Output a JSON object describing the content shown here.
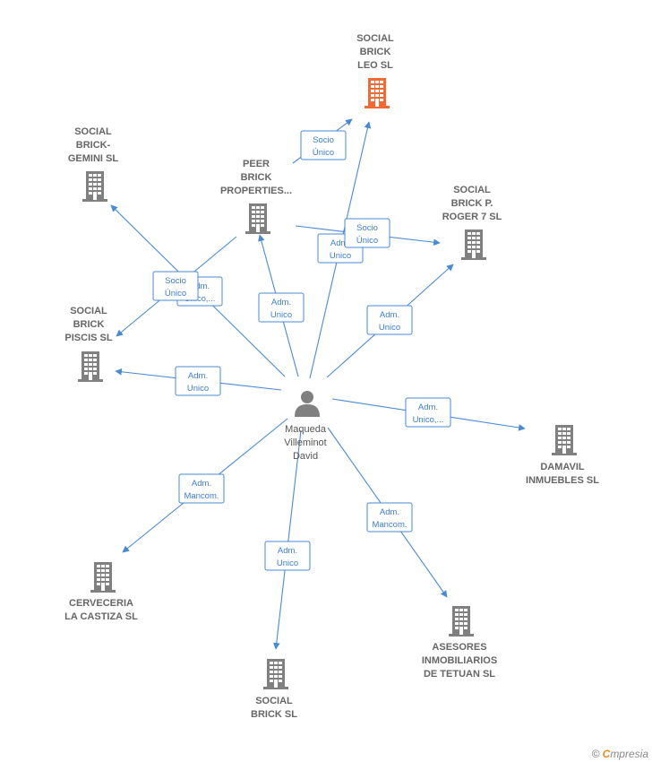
{
  "colors": {
    "edge": "#4a8ad4",
    "building": "#808080",
    "highlight": "#f26a32",
    "person": "#808080"
  },
  "center": {
    "name_lines": [
      "Maqueda",
      "Villeminot",
      "David"
    ],
    "icon": "person-icon"
  },
  "companies": [
    {
      "id": "leo",
      "lines": [
        "SOCIAL",
        "BRICK",
        "LEO  SL"
      ],
      "highlight": true
    },
    {
      "id": "gemini",
      "lines": [
        "SOCIAL",
        "BRICK-",
        "GEMINI  SL"
      ],
      "highlight": false
    },
    {
      "id": "peer",
      "lines": [
        "PEER",
        "BRICK",
        "PROPERTIES..."
      ],
      "highlight": false
    },
    {
      "id": "roger",
      "lines": [
        "SOCIAL",
        "BRICK P.",
        "ROGER 7  SL"
      ],
      "highlight": false
    },
    {
      "id": "piscis",
      "lines": [
        "SOCIAL",
        "BRICK",
        "PISCIS  SL"
      ],
      "highlight": false
    },
    {
      "id": "damavil",
      "lines": [
        "DAMAVIL",
        "INMUEBLES  SL"
      ],
      "highlight": false
    },
    {
      "id": "cerveceria",
      "lines": [
        "CERVECERIA",
        "LA CASTIZA SL"
      ],
      "highlight": false
    },
    {
      "id": "asesores",
      "lines": [
        "ASESORES",
        "INMOBILIARIOS",
        "DE TETUAN  SL"
      ],
      "highlight": false
    },
    {
      "id": "socialbrick",
      "lines": [
        "SOCIAL",
        "BRICK  SL"
      ],
      "highlight": false
    }
  ],
  "edges": [
    {
      "from": "peer",
      "to": "leo",
      "label": [
        "Socio",
        "Único"
      ]
    },
    {
      "from": "center",
      "to": "leo",
      "label": [
        "Adm.",
        "Unico"
      ]
    },
    {
      "from": "peer",
      "to": "roger",
      "label": [
        "Socio",
        "Único"
      ]
    },
    {
      "from": "center",
      "to": "roger",
      "label": [
        "Adm.",
        "Unico"
      ]
    },
    {
      "from": "center",
      "to": "gemini",
      "label": [
        "Adm.",
        "Unico,..."
      ]
    },
    {
      "from": "peer",
      "to": "piscis",
      "label": [
        "Socio",
        "Único"
      ]
    },
    {
      "from": "center",
      "to": "peer",
      "label": [
        "Adm.",
        "Unico"
      ]
    },
    {
      "from": "center",
      "to": "piscis",
      "label": [
        "Adm.",
        "Unico"
      ]
    },
    {
      "from": "center",
      "to": "damavil",
      "label": [
        "Adm.",
        "Unico,..."
      ]
    },
    {
      "from": "center",
      "to": "cerveceria",
      "label": [
        "Adm.",
        "Mancom."
      ]
    },
    {
      "from": "center",
      "to": "socialbrick",
      "label": [
        "Adm.",
        "Unico"
      ]
    },
    {
      "from": "center",
      "to": "asesores",
      "label": [
        "Adm.",
        "Mancom."
      ]
    }
  ],
  "footer": {
    "copyright": "©",
    "brand_first": "C",
    "brand_rest": "mpresia"
  }
}
